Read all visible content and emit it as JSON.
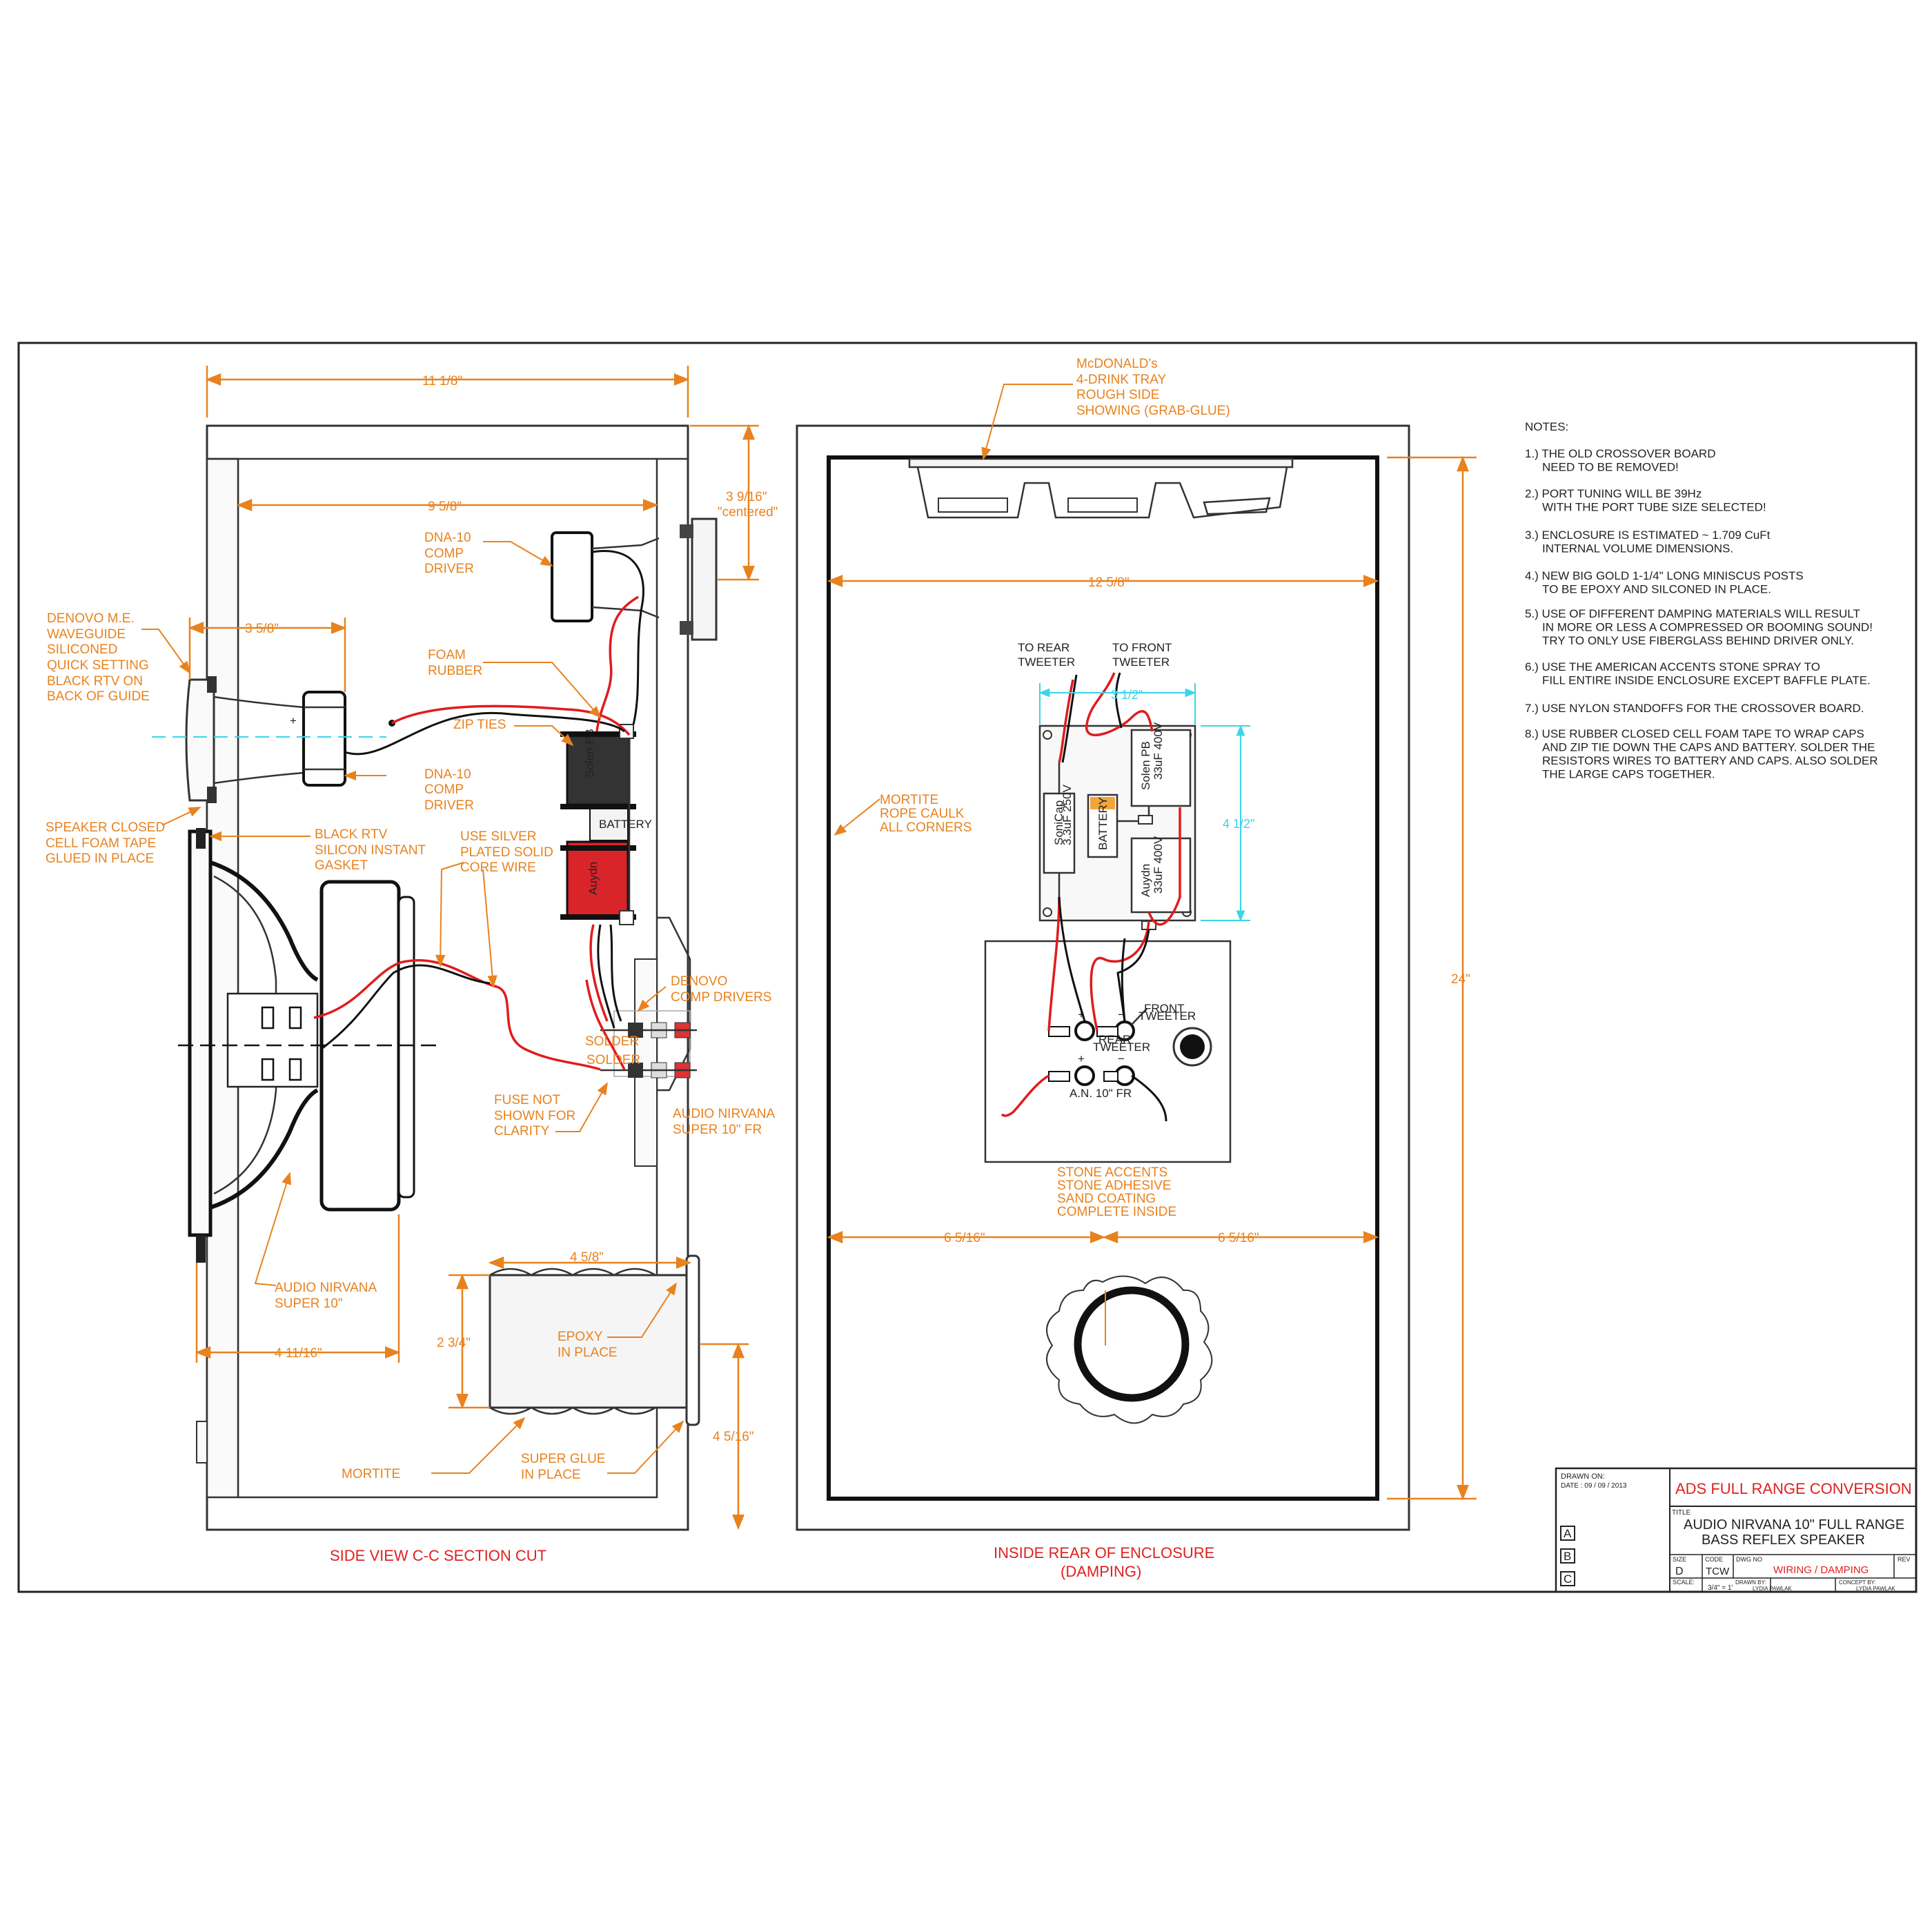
{
  "side_view": {
    "title": "SIDE  VIEW  C-C  SECTION  CUT",
    "dims": {
      "overall_depth": "11 1/8\"",
      "inner_depth": "9 5/8\"",
      "waveguide_depth": "3 5/8\"",
      "tweeter_offset": "3 9/16\"",
      "tweeter_note": "\"centered\"",
      "woofer_depth": "4 11/16\"",
      "port_length": "4 5/8\"",
      "port_diameter": "2 3/4\"",
      "port_height": "4 5/16\""
    },
    "labels": {
      "waveguide": [
        "DENOVO M.E.",
        "WAVEGUIDE",
        "SILICONED",
        "QUICK SETTING",
        "BLACK RTV ON",
        "BACK OF GUIDE"
      ],
      "dna_top": [
        "DNA-10",
        "COMP",
        "DRIVER"
      ],
      "foam": [
        "FOAM",
        "RUBBER"
      ],
      "zip": "ZIP TIES",
      "dna_mid": [
        "DNA-10",
        "COMP",
        "DRIVER"
      ],
      "speaker_closed": [
        "SPEAKER CLOSED",
        "CELL FOAM TAPE",
        "GLUED IN PLACE"
      ],
      "black_rtv": [
        "BLACK RTV",
        "SILICON INSTANT",
        "GASKET"
      ],
      "silver": [
        "USE SILVER",
        "PLATED SOLID",
        "CORE WIRE"
      ],
      "denovo_comp": [
        "DENOVO",
        "COMP DRIVERS"
      ],
      "fuse": [
        "FUSE NOT",
        "SHOWN FOR",
        "CLARITY"
      ],
      "super10fr": [
        "AUDIO NIRVANA",
        "SUPER 10\" FR"
      ],
      "super10": [
        "AUDIO NIRVANA",
        "SUPER 10\""
      ],
      "epoxy": [
        "EPOXY",
        "IN PLACE"
      ],
      "mortite": "MORTITE",
      "superglue": [
        "SUPER GLUE",
        "IN PLACE"
      ],
      "solder1": "SOLDER",
      "solder2": "SOLDER"
    }
  },
  "rear_view": {
    "title": [
      "INSIDE  REAR  OF  ENCLOSURE",
      "(DAMPING)"
    ],
    "dims": {
      "inner_width": "12 5/8\"",
      "height": "24\"",
      "left_half": "6 5/16\"",
      "right_half": "6 5/16\"",
      "board_width": "3 1/2\"",
      "board_height": "4 1/2\""
    },
    "labels": {
      "tray": [
        "McDONALD's",
        "4-DRINK TRAY",
        "ROUGH SIDE",
        "SHOWING (GRAB-GLUE)"
      ],
      "rope": [
        "MORTITE",
        "ROPE CAULK",
        "ALL CORNERS"
      ],
      "to_rear": [
        "TO REAR",
        "TWEETER"
      ],
      "to_front": [
        "TO FRONT",
        "TWEETER"
      ],
      "front_tw": [
        "FRONT",
        "TWEETER"
      ],
      "rear_tw": [
        "REAR",
        "TWEETER"
      ],
      "an10": "A.N. 10\" FR",
      "stone": [
        "STONE ACCENTS",
        "STONE ADHESIVE",
        "SAND COATING",
        "COMPLETE INSIDE"
      ],
      "comp_sonicap": "SoniCap",
      "comp_sonicap_val": "3.3uF 250V",
      "comp_solen": "Solen PB",
      "comp_solen_val": "33uF 400V",
      "comp_battery": "BATTERY",
      "comp_auydn": "Auydn",
      "comp_auydn_val": "33uF 400V",
      "plus": "+",
      "minus": "−"
    }
  },
  "side_components": {
    "solen": "Solen PB",
    "battery": "BATTERY",
    "auydn": "Auydn",
    "plus": "+",
    "minus": "−"
  },
  "notes": {
    "heading": "NOTES:",
    "items": [
      [
        "1.) THE OLD CROSSOVER BOARD",
        "NEED TO BE REMOVED!"
      ],
      [
        "2.) PORT TUNING WILL BE  39Hz",
        "WITH THE PORT TUBE SIZE SELECTED!"
      ],
      [
        "3.) ENCLOSURE IS ESTIMATED ~ 1.709 CuFt",
        "INTERNAL VOLUME DIMENSIONS."
      ],
      [
        "4.) NEW BIG GOLD 1-1/4\" LONG MINISCUS POSTS",
        "TO BE EPOXY AND SILCONED IN PLACE."
      ],
      [
        "5.) USE OF DIFFERENT DAMPING MATERIALS WILL RESULT",
        "IN MORE OR LESS A COMPRESSED OR BOOMING SOUND!",
        "TRY TO ONLY USE FIBERGLASS BEHIND DRIVER ONLY."
      ],
      [
        "6.) USE THE AMERICAN ACCENTS STONE SPRAY TO",
        "FILL ENTIRE INSIDE  ENCLOSURE EXCEPT BAFFLE PLATE."
      ],
      [
        "7.) USE NYLON STANDOFFS FOR THE CROSSOVER BOARD."
      ],
      [
        "8.) USE RUBBER CLOSED CELL FOAM TAPE TO WRAP CAPS",
        "AND ZIP TIE DOWN THE CAPS AND BATTERY. SOLDER THE",
        "RESISTORS WIRES TO BATTERY AND CAPS. ALSO SOLDER",
        "THE LARGE CAPS TOGETHER."
      ]
    ]
  },
  "title_block": {
    "drawn_on_label": "DRAWN ON:",
    "date": "DATE : 09 / 09 / 2013",
    "project": "ADS  FULL RANGE CONVERSION",
    "title_label": "TITLE",
    "title_line1": "AUDIO NIRVANA 10\"  FULL RANGE",
    "title_line2": "BASS REFLEX SPEAKER",
    "rev_a": "A",
    "rev_b": "B",
    "rev_c": "C",
    "size_label": "SIZE",
    "size": "D",
    "code_label": "CODE",
    "code": "TCW",
    "dwg_label": "DWG NO",
    "dwg": "WIRING / DAMPING",
    "rev_label": "REV",
    "scale_label": "SCALE:",
    "scale": "3/4\" = 1'",
    "drawn_by_label": "DRAWN  BY:",
    "drawn_by": "LYDIA  PAWLAK",
    "concept_label": "CONCEPT  BY:",
    "concept_by": "LYDIA  PAWLAK"
  }
}
